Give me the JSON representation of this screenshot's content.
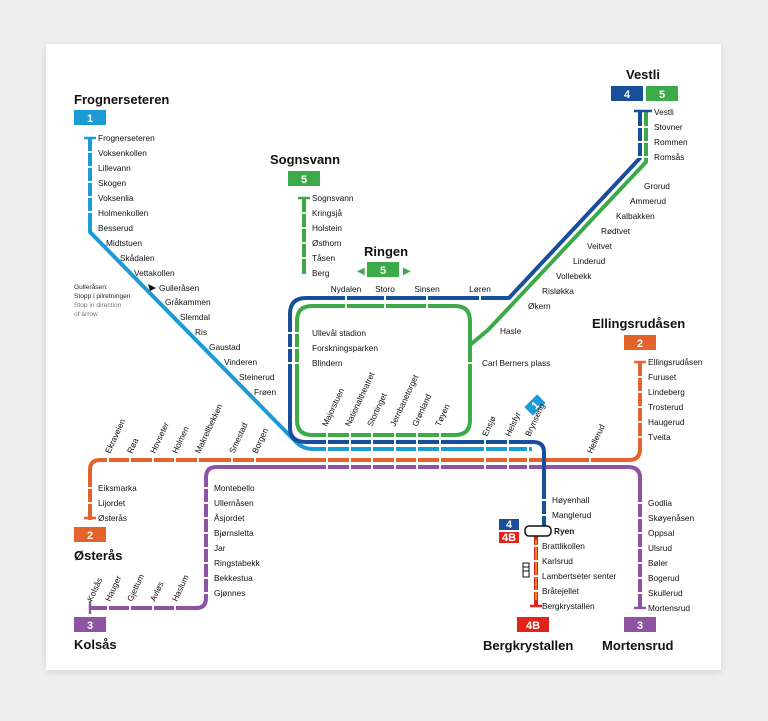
{
  "colors": {
    "line1": "#1b9ad6",
    "line2": "#e4632b",
    "line3": "#8e54a1",
    "line4": "#174f9a",
    "line4b": "#e2231a",
    "line5": "#3caa49",
    "tick": "#ffffff"
  },
  "terminals": {
    "frognerseteren": {
      "name": "Frognerseteren",
      "line": "1"
    },
    "sognsvann": {
      "name": "Sognsvann",
      "line": "5"
    },
    "vestli": {
      "name": "Vestli",
      "line_a": "4",
      "line_b": "5"
    },
    "ellingsrudasen": {
      "name": "Ellingsrudåsen",
      "line": "2"
    },
    "osteras": {
      "name": "Østerås",
      "line": "2"
    },
    "kolsas": {
      "name": "Kolsås",
      "line": "3"
    },
    "bergkrystallen": {
      "name": "Bergkrystallen",
      "line": "4B"
    },
    "mortensrud": {
      "name": "Mortensrud",
      "line": "3"
    }
  },
  "ringen": {
    "title": "Ringen",
    "line": "5",
    "left_arrow": "◀",
    "right_arrow": "▶"
  },
  "helsfyr_badge": "1",
  "ryen_badges": {
    "top": "4",
    "bottom": "4B"
  },
  "gulleraasen_note": {
    "line1": "Gulleråsen:",
    "line2": "Stopp i pilretningen",
    "line3": "Stop in direction",
    "line4": "of arrow"
  },
  "stations": {
    "line1": [
      "Frognerseteren",
      "Voksenkollen",
      "Lillevann",
      "Skogen",
      "Voksenlia",
      "Holmenkollen",
      "Besserud",
      "Midtstuen",
      "Skådalen",
      "Vettakollen",
      "Gulleråsen",
      "Gråkammen",
      "Slemdal",
      "Ris",
      "Gaustad",
      "Vinderen",
      "Steinerud",
      "Frøen"
    ],
    "sognsvann": [
      "Sognsvann",
      "Kringsjå",
      "Holstein",
      "Østhorn",
      "Tåsen",
      "Berg"
    ],
    "ring_top": [
      "Nydalen",
      "Storo",
      "Sinsen",
      "Løren"
    ],
    "ring_left": [
      "Ullevål stadion",
      "Forskningsparken",
      "Blindern"
    ],
    "ring_east": [
      "Hasle",
      "Carl Berners plass"
    ],
    "vestli_top": [
      "Vestli",
      "Stovner",
      "Rommen",
      "Romsås"
    ],
    "grorud": [
      "Grorud",
      "Ammerud",
      "Kalbakken",
      "Rødtvet",
      "Veitvet",
      "Linderud",
      "Vollebekk",
      "Risløkka",
      "Økern"
    ],
    "city": [
      "Majorstuen",
      "Nationaltheatret",
      "Stortinget",
      "Jernbanetorget",
      "Grønland",
      "Tøyen"
    ],
    "east_diag": [
      "Ensjø",
      "Helsfyr",
      "Brynseng"
    ],
    "line2_east": [
      "Hellerud"
    ],
    "ellingsrud": [
      "Ellingsrudåsen",
      "Furuset",
      "Lindeberg",
      "Trosterud",
      "Haugerud",
      "Tveita"
    ],
    "line2_west": [
      "Ekraveien",
      "Røa",
      "Hovseter",
      "Holmen",
      "Makrellbekken",
      "Smestad",
      "Borgen"
    ],
    "osteras": [
      "Eiksmarka",
      "Lijordet",
      "Østerås"
    ],
    "line3_west": [
      "Montebello",
      "Ullernåsen",
      "Åsjordet",
      "Bjørnsletta",
      "Jar",
      "Ringstabekk",
      "Bekkestua",
      "Gjønnes"
    ],
    "kolsas": [
      "Kolsås",
      "Hauger",
      "Gjettum",
      "Avløs",
      "Haslum"
    ],
    "line4_south": [
      "Høyenhall",
      "Manglerud",
      "Ryen"
    ],
    "line4b": [
      "Brattlikollen",
      "Karlsrud",
      "Lambertseter senter",
      "Bråtejellet",
      "Bergkrystallen"
    ],
    "mortensrud": [
      "Godlia",
      "Skøyenåsen",
      "Oppsal",
      "Ulsrud",
      "Bøler",
      "Bogerud",
      "Skullerud",
      "Mortensrud"
    ]
  }
}
